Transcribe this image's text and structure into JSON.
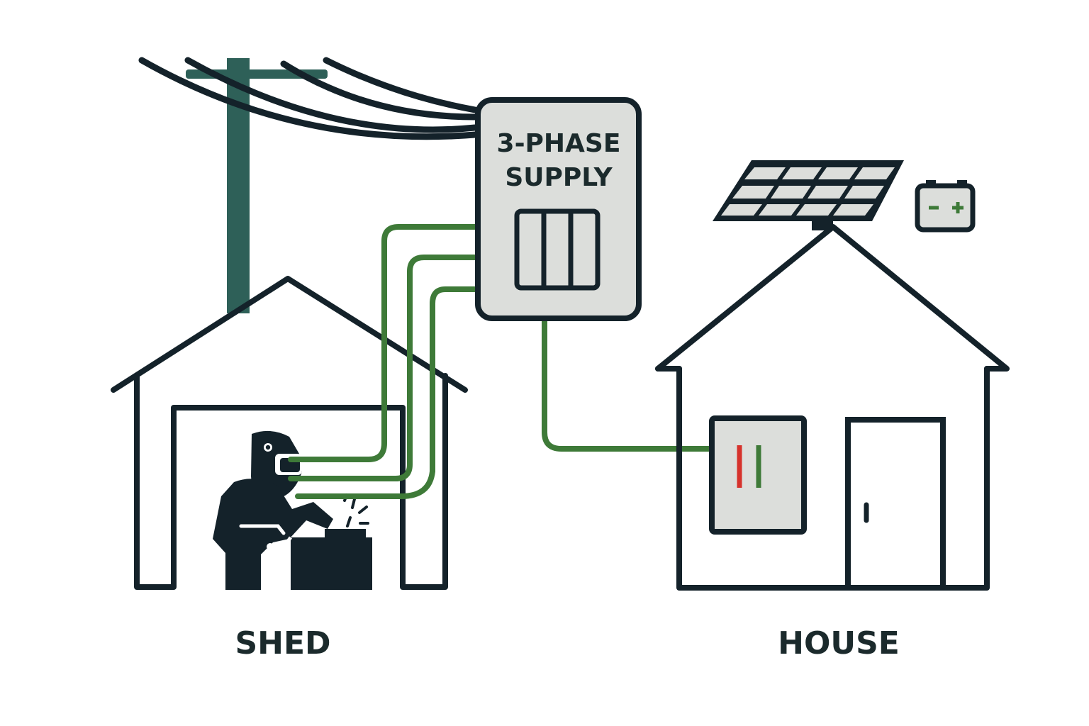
{
  "supply": {
    "line1": "3-PHASE",
    "line2": "SUPPLY"
  },
  "labels": {
    "shed": "SHED",
    "house": "HOUSE"
  },
  "icons": {
    "pole": "utility-pole-icon",
    "solar": "solar-panel-icon",
    "battery": "battery-icon",
    "welder": "welder-icon",
    "meter": "breaker-panel-icon"
  },
  "colors": {
    "outline": "#14222a",
    "pole": "#2e6058",
    "cable": "#3e7a38",
    "panel_fill": "#dcdedb",
    "red_bar": "#d6322c",
    "green_bar": "#3e7a38",
    "welder": "#14222a"
  }
}
